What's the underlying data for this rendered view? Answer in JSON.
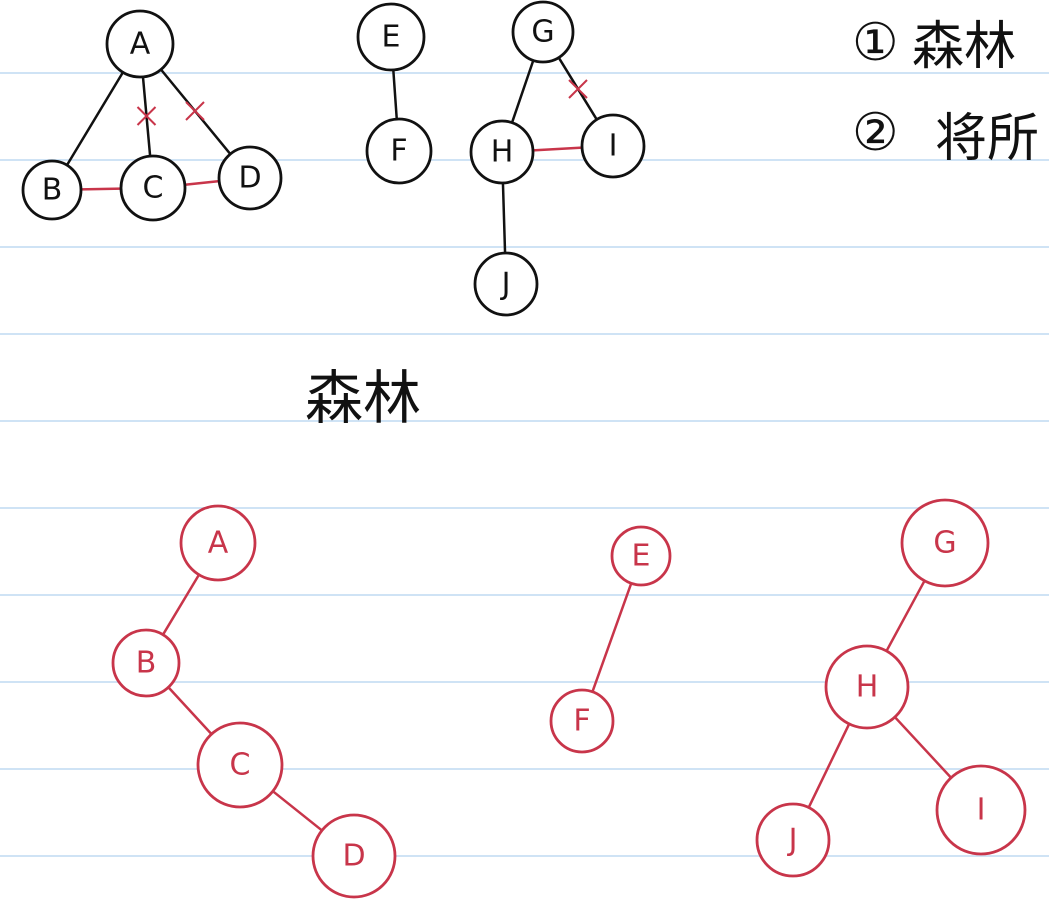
{
  "colors": {
    "ink": "#111111",
    "red": "#c8354a",
    "paper_line": "#cfe3f5",
    "background": "#ffffff"
  },
  "notes": {
    "item1_marker": "①",
    "item1_text": "森林",
    "item2_marker": "②",
    "item2_text": "将所"
  },
  "title": "森林",
  "top_graph": {
    "nodes": [
      {
        "id": "A",
        "label": "A"
      },
      {
        "id": "B",
        "label": "B"
      },
      {
        "id": "C",
        "label": "C"
      },
      {
        "id": "D",
        "label": "D"
      },
      {
        "id": "E",
        "label": "E"
      },
      {
        "id": "F",
        "label": "F"
      },
      {
        "id": "G",
        "label": "G"
      },
      {
        "id": "H",
        "label": "H"
      },
      {
        "id": "I",
        "label": "I"
      },
      {
        "id": "J",
        "label": "J"
      }
    ],
    "edges_black": [
      [
        "A",
        "B"
      ],
      [
        "A",
        "C"
      ],
      [
        "A",
        "D"
      ],
      [
        "E",
        "F"
      ],
      [
        "G",
        "H"
      ],
      [
        "G",
        "I"
      ],
      [
        "H",
        "J"
      ]
    ],
    "edges_red": [
      [
        "B",
        "C"
      ],
      [
        "C",
        "D"
      ],
      [
        "I",
        "H"
      ]
    ],
    "crossed_out_edges": [
      [
        "A",
        "C"
      ],
      [
        "A",
        "D"
      ],
      [
        "G",
        "I"
      ]
    ]
  },
  "bottom_forest": {
    "nodes": [
      {
        "id": "A",
        "label": "A"
      },
      {
        "id": "B",
        "label": "B"
      },
      {
        "id": "C",
        "label": "C"
      },
      {
        "id": "D",
        "label": "D"
      },
      {
        "id": "E",
        "label": "E"
      },
      {
        "id": "F",
        "label": "F"
      },
      {
        "id": "G",
        "label": "G"
      },
      {
        "id": "H",
        "label": "H"
      },
      {
        "id": "I",
        "label": "I"
      },
      {
        "id": "J",
        "label": "J"
      }
    ],
    "edges": [
      [
        "A",
        "B"
      ],
      [
        "B",
        "C"
      ],
      [
        "C",
        "D"
      ],
      [
        "E",
        "F"
      ],
      [
        "G",
        "H"
      ],
      [
        "H",
        "J"
      ],
      [
        "H",
        "I"
      ]
    ]
  }
}
